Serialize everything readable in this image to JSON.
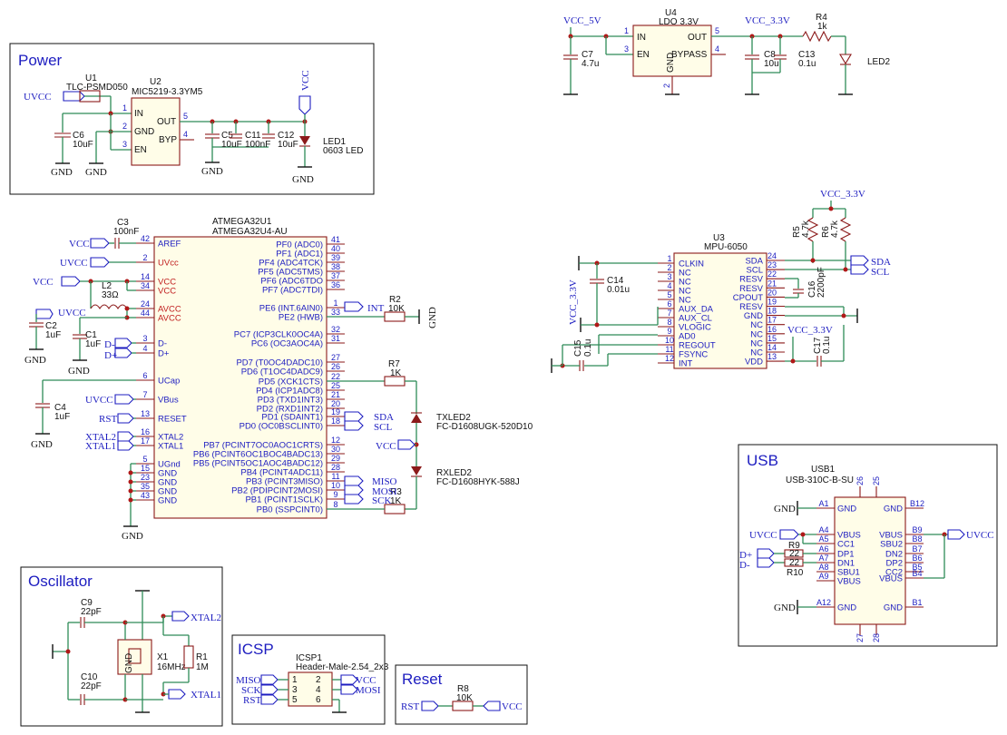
{
  "sections": {
    "power": "Power",
    "oscillator": "Oscillator",
    "icsp": "ICSP",
    "reset": "Reset",
    "usb": "USB"
  },
  "nets": {
    "vcc": "VCC",
    "uvcc": "UVCC",
    "gnd": "GND",
    "vcc5": "VCC_5V",
    "vcc33": "VCC_3.3V",
    "sda": "SDA",
    "scl": "SCL",
    "int": "INT",
    "miso": "MISO",
    "mosi": "MOSI",
    "sck": "SCK",
    "rst": "RST",
    "xtal1": "XTAL1",
    "xtal2": "XTAL2",
    "dp": "D+",
    "dm": "D-"
  },
  "power": {
    "u1_ref": "U1",
    "u1_val": "TLC-PSMD050",
    "u2_ref": "U2",
    "u2_val": "MIC5219-3.3YM5",
    "u2_pins": [
      "IN",
      "GND",
      "EN",
      "OUT",
      "BYP"
    ],
    "u2_nums": [
      "1",
      "2",
      "3",
      "5",
      "4"
    ],
    "c6": [
      "C6",
      "10uF"
    ],
    "c5": [
      "C5",
      "10uF"
    ],
    "c11": [
      "C11",
      "100nF"
    ],
    "c12": [
      "C12",
      "10uF"
    ],
    "led1": [
      "LED1",
      "0603 LED"
    ]
  },
  "ldo": {
    "u4_ref": "U4",
    "u4_val": "LDO 3.3V",
    "pins": [
      "IN",
      "EN",
      "OUT",
      "BYPASS",
      "GND"
    ],
    "nums": [
      "1",
      "3",
      "5",
      "4",
      "2"
    ],
    "c7": [
      "C7",
      "4.7u"
    ],
    "c8": [
      "C8",
      "10u"
    ],
    "c13": [
      "C13",
      "0.1u"
    ],
    "r4": [
      "R4",
      "1k"
    ],
    "led2": "LED2"
  },
  "mcu": {
    "ref": "ATMEGA32U1",
    "val": "ATMEGA32U4-AU",
    "left_pins": [
      {
        "n": "42",
        "t": "AREF",
        "red": false
      },
      {
        "n": "2",
        "t": "UVcc",
        "red": true
      },
      {
        "n": "14",
        "t": "VCC",
        "red": true
      },
      {
        "n": "34",
        "t": "VCC",
        "red": true
      },
      {
        "n": "24",
        "t": "AVCC",
        "red": true
      },
      {
        "n": "44",
        "t": "AVCC",
        "red": true
      },
      {
        "n": "3",
        "t": "D-",
        "red": false
      },
      {
        "n": "4",
        "t": "D+",
        "red": false
      },
      {
        "n": "6",
        "t": "UCap",
        "red": false
      },
      {
        "n": "7",
        "t": "VBus",
        "red": false
      },
      {
        "n": "13",
        "t": "RESET",
        "red": false
      },
      {
        "n": "16",
        "t": "XTAL2",
        "red": false
      },
      {
        "n": "17",
        "t": "XTAL1",
        "red": false
      },
      {
        "n": "5",
        "t": "UGnd",
        "red": false
      },
      {
        "n": "15",
        "t": "GND",
        "red": false
      },
      {
        "n": "23",
        "t": "GND",
        "red": false
      },
      {
        "n": "35",
        "t": "GND",
        "red": false
      },
      {
        "n": "43",
        "t": "GND",
        "red": false
      }
    ],
    "right_pins": [
      {
        "n": "41",
        "t": "PF0 (ADC0)"
      },
      {
        "n": "40",
        "t": "PF1 (ADC1)"
      },
      {
        "n": "39",
        "t": "PF4 (ADC4TCK)"
      },
      {
        "n": "38",
        "t": "PF5 (ADC5TMS)"
      },
      {
        "n": "37",
        "t": "PF6 (ADC6TDO"
      },
      {
        "n": "36",
        "t": "PF7 (ADC7TDI)"
      },
      {
        "n": "1",
        "t": "PE6 (INT.6AIN0)"
      },
      {
        "n": "33",
        "t": "PE2 (HWB)"
      },
      {
        "n": "32",
        "t": "PC7 (ICP3CLK0OC4A)"
      },
      {
        "n": "31",
        "t": "PC6 (OC3AOC4A)"
      },
      {
        "n": "27",
        "t": "PD7 (T0OC4DADC10)"
      },
      {
        "n": "26",
        "t": "PD6 (T1OC4DADC9)"
      },
      {
        "n": "22",
        "t": "PD5 (XCK1CTS)"
      },
      {
        "n": "25",
        "t": "PD4 (ICP1ADC8)"
      },
      {
        "n": "21",
        "t": "PD3 (TXD1INT3)"
      },
      {
        "n": "20",
        "t": "PD2 (RXD1INT2)"
      },
      {
        "n": "19",
        "t": "PD1 (SDAINT1)"
      },
      {
        "n": "18",
        "t": "PD0 (OC0BSCLINT0)"
      },
      {
        "n": "12",
        "t": "PB7 (PCINT7OC0AOC1CRTS)"
      },
      {
        "n": "30",
        "t": "PB6 (PCINT6OC1BOC4BADC13)"
      },
      {
        "n": "29",
        "t": "PB5 (PCINT5OC1AOC4BADC12)"
      },
      {
        "n": "28",
        "t": "PB4 (PCINT4ADC11)"
      },
      {
        "n": "11",
        "t": "PB3 (PCINT3MISO)"
      },
      {
        "n": "10",
        "t": "PB2 (PDIPCINT2MOSI)"
      },
      {
        "n": "9",
        "t": "PB1 (PCINT1SCLK)"
      },
      {
        "n": "8",
        "t": "PB0 (SSPCINT0)"
      }
    ],
    "c3": [
      "C3",
      "100nF"
    ],
    "l2": [
      "L2",
      "33Ω"
    ],
    "c2": [
      "C2",
      "1uF"
    ],
    "c1": [
      "C1",
      "1uF"
    ],
    "c4": [
      "C4",
      "1uF"
    ],
    "r2": [
      "R2",
      "10K"
    ],
    "r7": [
      "R7",
      "1K"
    ],
    "r3": [
      "R3",
      "1K"
    ],
    "txled": [
      "TXLED2",
      "FC-D1608UGK-520D10"
    ],
    "rxled": [
      "RXLED2",
      "FC-D1608HYK-588J"
    ]
  },
  "mpu": {
    "ref": "U3",
    "val": "MPU-6050",
    "left_pins": [
      {
        "n": "1",
        "t": "CLKIN"
      },
      {
        "n": "2",
        "t": "NC"
      },
      {
        "n": "3",
        "t": "NC"
      },
      {
        "n": "4",
        "t": "NC"
      },
      {
        "n": "5",
        "t": "NC"
      },
      {
        "n": "6",
        "t": "AUX_DA"
      },
      {
        "n": "7",
        "t": "AUX_CL"
      },
      {
        "n": "8",
        "t": "VLOGIC"
      },
      {
        "n": "9",
        "t": "AD0"
      },
      {
        "n": "10",
        "t": "REGOUT"
      },
      {
        "n": "11",
        "t": "FSYNC"
      },
      {
        "n": "12",
        "t": "INT"
      }
    ],
    "right_pins": [
      {
        "n": "24",
        "t": "SDA"
      },
      {
        "n": "23",
        "t": "SCL"
      },
      {
        "n": "22",
        "t": "RESV"
      },
      {
        "n": "21",
        "t": "RESV"
      },
      {
        "n": "20",
        "t": "CPOUT"
      },
      {
        "n": "19",
        "t": "RESV"
      },
      {
        "n": "18",
        "t": "GND"
      },
      {
        "n": "17",
        "t": "NC"
      },
      {
        "n": "16",
        "t": "NC"
      },
      {
        "n": "15",
        "t": "NC"
      },
      {
        "n": "14",
        "t": "NC"
      },
      {
        "n": "13",
        "t": "VDD"
      }
    ],
    "r5": [
      "R5",
      "4.7k"
    ],
    "r6": [
      "R6",
      "4.7k"
    ],
    "c14": [
      "C14",
      "0.01u"
    ],
    "c15": [
      "C15",
      "0.1u"
    ],
    "c16": [
      "C16",
      "2200pF"
    ],
    "c17": [
      "C17",
      "0.1u"
    ]
  },
  "usb": {
    "ref": "USB1",
    "val": "USB-310C-B-SU",
    "left_pins": [
      {
        "n": "A1",
        "t": "GND"
      },
      {
        "n": "A4",
        "t": "VBUS"
      },
      {
        "n": "A5",
        "t": "CC1"
      },
      {
        "n": "A6",
        "t": "DP1"
      },
      {
        "n": "A7",
        "t": "DN1"
      },
      {
        "n": "A8",
        "t": "SBU1"
      },
      {
        "n": "A9",
        "t": "VBUS"
      },
      {
        "n": "A12",
        "t": "GND"
      }
    ],
    "right_pins": [
      {
        "n": "B12",
        "t": "GND"
      },
      {
        "n": "B9",
        "t": "VBUS"
      },
      {
        "n": "B8",
        "t": "SBU2"
      },
      {
        "n": "B7",
        "t": "DN2"
      },
      {
        "n": "B6",
        "t": "DP2"
      },
      {
        "n": "B5",
        "t": "CC2"
      },
      {
        "n": "B4",
        "t": "VBUS"
      },
      {
        "n": "B1",
        "t": "GND"
      }
    ],
    "top_pins": [
      "26",
      "25"
    ],
    "bottom_pins": [
      "27",
      "28"
    ],
    "r9": [
      "R9",
      "22"
    ],
    "r10": [
      "R10",
      "22"
    ]
  },
  "osc": {
    "x1": [
      "X1",
      "16MHz"
    ],
    "r1": [
      "R1",
      "1M"
    ],
    "c9": [
      "C9",
      "22pF"
    ],
    "c10": [
      "C10",
      "22pF"
    ],
    "gnd_pin": "GND"
  },
  "icsp": {
    "ref": "ICSP1",
    "val": "Header-Male-2.54_2x3",
    "nums": [
      "1",
      "2",
      "3",
      "4",
      "5",
      "6"
    ]
  },
  "reset": {
    "r8": [
      "R8",
      "10K"
    ]
  }
}
